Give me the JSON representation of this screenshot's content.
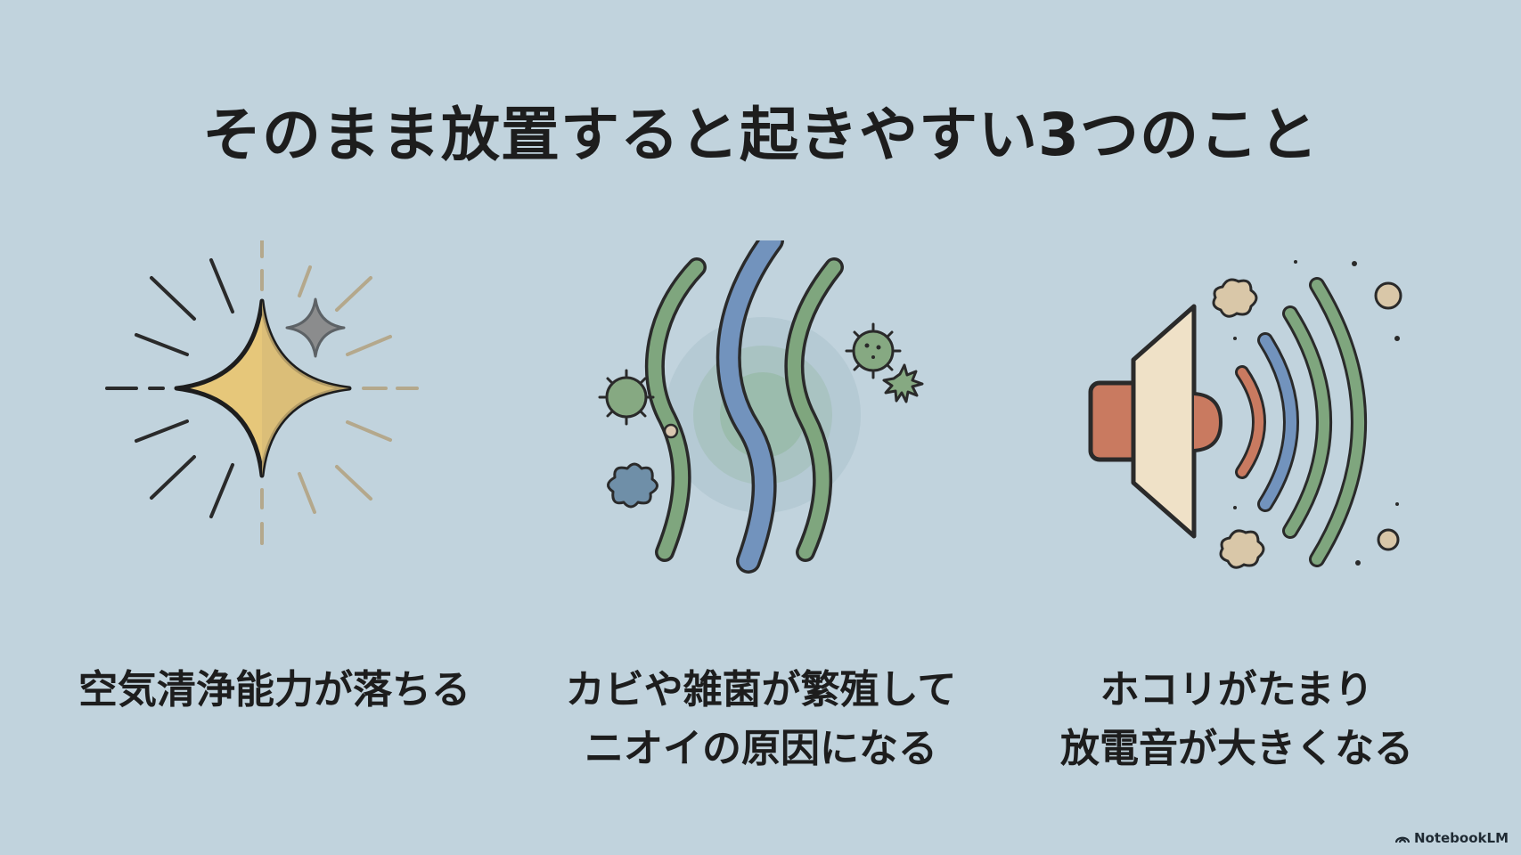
{
  "slide": {
    "title": "そのまま放置すると起きやすい3つのこと",
    "items": [
      {
        "icon": "sparkle-icon",
        "caption_lines": [
          "空気清浄能力が落ちる"
        ]
      },
      {
        "icon": "mold-odor-icon",
        "caption_lines": [
          "カビや雑菌が繁殖して",
          "ニオイの原因になる"
        ]
      },
      {
        "icon": "speaker-noise-icon",
        "caption_lines": [
          "ホコリがたまり",
          "放電音が大きくなる"
        ]
      }
    ]
  },
  "watermark": {
    "label": "NotebookLM",
    "icon": "notebooklm-logo-icon"
  },
  "colors": {
    "background": "#c1d3dd",
    "yellow": "#e6c77a",
    "green": "#7fa67e",
    "blue": "#7293bd",
    "orange": "#c97a60",
    "cream": "#efe1c7",
    "dust": "#d9c7a8"
  }
}
